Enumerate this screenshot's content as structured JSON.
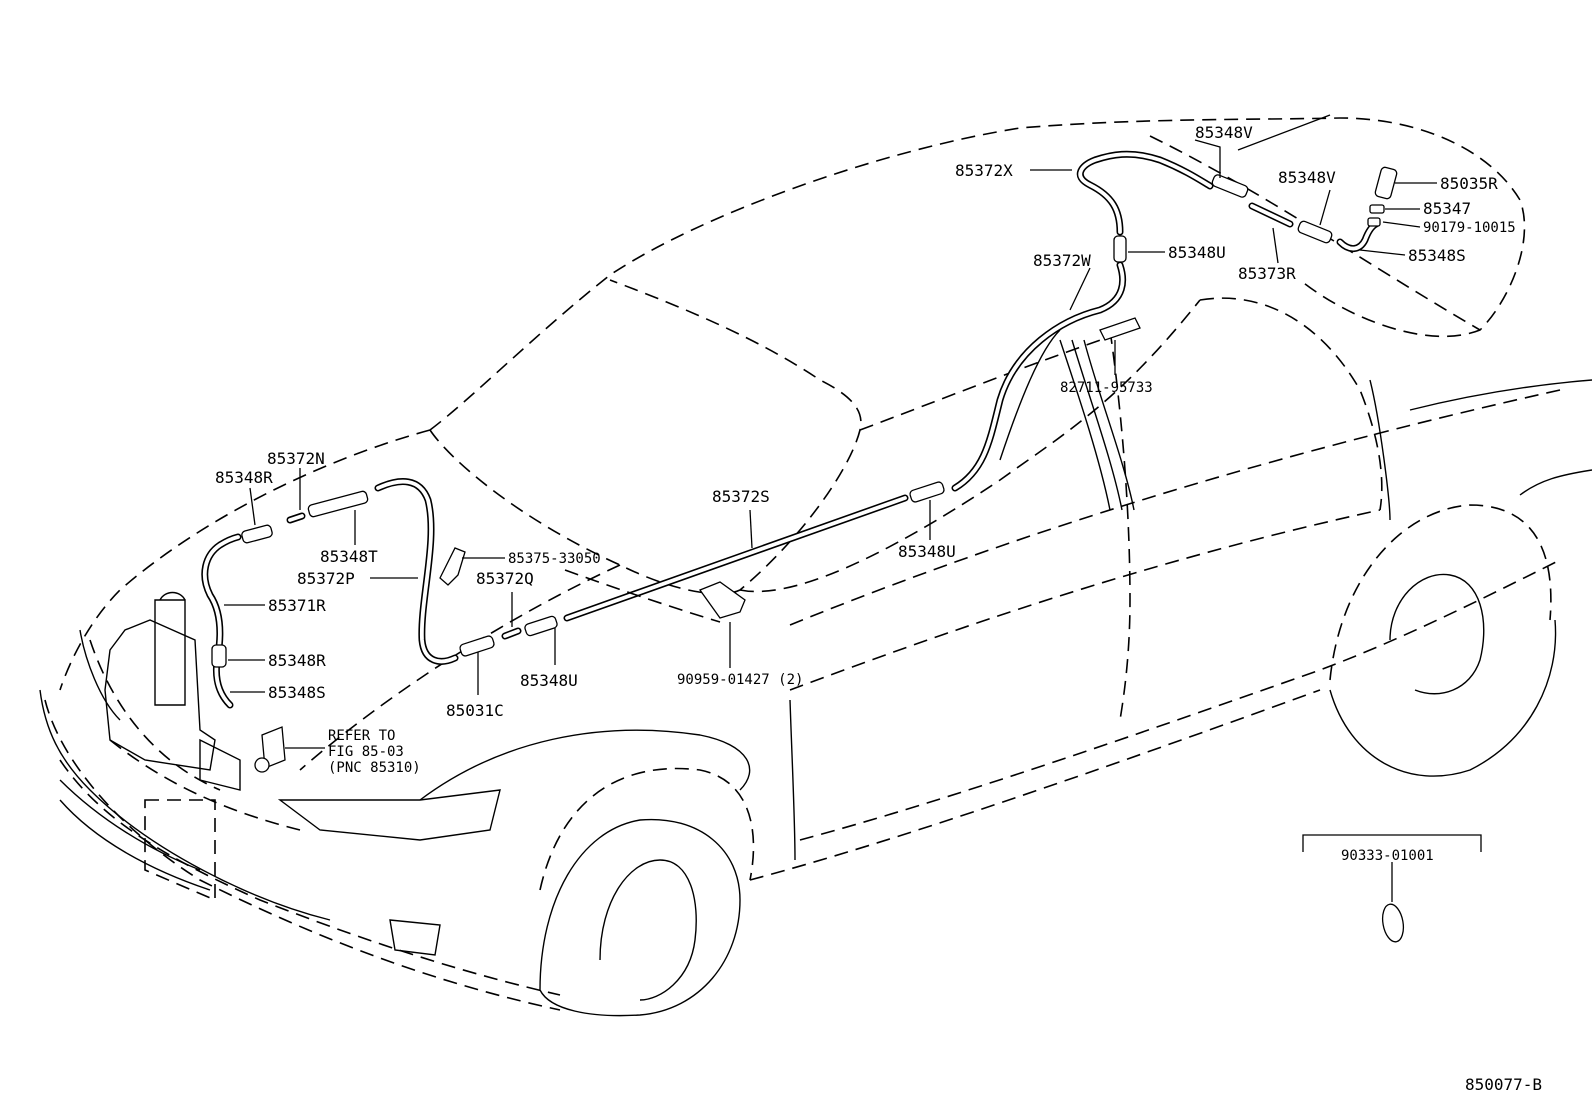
{
  "labels": {
    "p85348V_top": "85348V",
    "p85372X": "85372X",
    "p85348V_mid": "85348V",
    "p85035R": "85035R",
    "p85347": "85347",
    "p90179": "90179-10015",
    "p85348U_roof": "85348U",
    "p85372W": "85372W",
    "p85373R": "85373R",
    "p85348S_rear": "85348S",
    "p82711": "82711-95733",
    "p85372N": "85372N",
    "p85348R_top": "85348R",
    "p85372S": "85372S",
    "p85348T": "85348T",
    "p85375": "85375-33050",
    "p85372P": "85372P",
    "p85372Q": "85372Q",
    "p85348U_cowl": "85348U",
    "p85371R": "85371R",
    "p85348R_low": "85348R",
    "p85348S_low": "85348S",
    "refer_line1": "REFER TO",
    "refer_line2": "FIG 85-03",
    "refer_line3": "(PNC 85310)",
    "p85031C": "85031C",
    "p85348U_mid": "85348U",
    "p90959": "90959-01427 (2)",
    "p90333": "90333-01001",
    "figure_code": "850077-B"
  }
}
